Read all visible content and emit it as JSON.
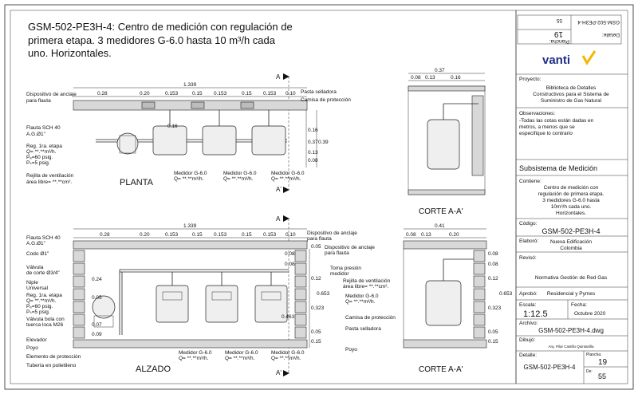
{
  "title": {
    "line1": "GSM-502-PE3H-4: Centro de medición con regulación de",
    "line2": "primera etapa.  3 medidores G-6.0 hasta 10 m³/h cada",
    "line3": "uno. Horizontales."
  },
  "logo": {
    "text": "vanti",
    "mark_color": "#f2b705",
    "text_color": "#1f2e86"
  },
  "top_strip": {
    "code": "GSM-502-PE3H-4",
    "detalle_label": "Detalle:",
    "plancha_label": "Plancha:",
    "plancha_value": "19",
    "sheet_value": "55"
  },
  "views": {
    "planta": "PLANTA",
    "corte_top": "CORTE A-A'",
    "alzado": "ALZADO",
    "corte_bottom": "CORTE A-A'",
    "section_a": "A",
    "section_a_prime": "A'"
  },
  "planta": {
    "dims_total": "1.339",
    "dims_row": [
      "0.28",
      "0.20",
      "0.153",
      "0.15",
      "0.153",
      "0.15",
      "0.153",
      "0.10"
    ],
    "vertical_dims": [
      "0.16",
      "0.16",
      "0.37",
      "0.39",
      "0.13",
      "0.08"
    ],
    "labels": {
      "dispositivo_1": "Dispositivo de anclaje",
      "dispositivo_2": "para flauta",
      "flauta_1": "Flauta SCH 40",
      "flauta_2": "A.G.Ø1\"",
      "reg_1": "Reg. 1ra. etapa",
      "reg_2": "Q= **.**m³/h.",
      "reg_3": "Pₑ=60 psig.",
      "reg_4": "Pₛ=5 psig.",
      "rejilla_1": "Rejilla de ventilación",
      "rejilla_2": "área libre=  **.**cm².",
      "pasta": "Pasta selladora",
      "camisa": "Camisa de protección"
    },
    "meters": [
      {
        "name": "Medidor G-6.0",
        "q": "Q= **.**m³/h."
      },
      {
        "name": "Medidor G-6.0",
        "q": "Q= **.**m³/h."
      },
      {
        "name": "Medidor G-6.0",
        "q": "Q= **.**m³/h."
      }
    ]
  },
  "corte_top": {
    "dims_total": "0.37",
    "dims_row": [
      "0.08",
      "0.13",
      "0.16"
    ]
  },
  "alzado": {
    "dims_total": "1.339",
    "dims_row": [
      "0.28",
      "0.20",
      "0.153",
      "0.15",
      "0.153",
      "0.15",
      "0.153",
      "0.10"
    ],
    "left_labels": {
      "flauta_1": "Flauta SCH 40",
      "flauta_2": "A.G.Ø1\"",
      "codo": "Codo Ø1\"",
      "valvula_1": "Válvula",
      "valvula_2": "de corte Ø3/4\"",
      "niple_1": "Niple",
      "niple_2": "Universal",
      "reg_1": "Reg. 1ra. etapa",
      "reg_2": "Q= **.**m³/h.",
      "reg_3": "Pₑ=60 psig.",
      "reg_4": "Pₛ=5 psig.",
      "vb_1": "Válvula bola con",
      "vb_2": "tuerca loca M26",
      "elevador": "Elevador",
      "poyo": "Poyo",
      "elemento": "Elemento de protección",
      "tuberia": "Tubería en polietileno"
    },
    "left_dims": [
      "0.24",
      "0.05",
      "0.07",
      "0.09"
    ],
    "right_labels": {
      "dispositivo_1": "Dispositivo de anclaje",
      "dispositivo_2": "para flauta",
      "toma_1": "Toma presión",
      "toma_2": "medidor",
      "rejilla_1": "Rejilla de ventilación",
      "rejilla_2": "área libre=  **.**cm².",
      "medidor_1": "Medidor G-6.0",
      "medidor_2": "Q= **.**m³/h.",
      "camisa": "Camisa de protección",
      "pasta": "Pasta selladora",
      "poyo": "Poyo"
    },
    "right_dims": [
      "0.05",
      "0.08",
      "0.12",
      "0.653",
      "0.323",
      "0.463",
      "0.05",
      "0.15"
    ],
    "meters": [
      {
        "name": "Medidor G-6.0",
        "q": "Q= **.**m³/h."
      },
      {
        "name": "Medidor G-6.0",
        "q": "Q= **.**m³/h."
      },
      {
        "name": "Medidor G-6.0",
        "q": "Q= **.**m³/h."
      }
    ]
  },
  "corte_bottom": {
    "dims_total": "0.41",
    "dims_row": [
      "0.08",
      "0.13",
      "0.20"
    ],
    "right_dims": [
      "0.08",
      "0.08",
      "0.12",
      "0.653",
      "0.323",
      "0.05",
      "0.15"
    ]
  },
  "title_block": {
    "proyecto_label": "Proyecto:",
    "proyecto_value_1": "Biblioteca de Detalles",
    "proyecto_value_2": "Constructivos para el Sistema de",
    "proyecto_value_3": "Suministro de Gas Natural",
    "obs_label": "Observaciones:",
    "obs_value_1": "-Todas las cotas están dadas en",
    "obs_value_2": "metros, a menos que se",
    "obs_value_3": "especifique lo contrario",
    "subsistema": "Subsistema de Medición",
    "contiene_label": "Contiene:",
    "contiene_1": "Centro de medición con",
    "contiene_2": "regulación de primera etapa.",
    "contiene_3": "3 medidores G-6.0 hasta",
    "contiene_4": "10m³/h cada uno.",
    "contiene_5": "Horizontales.",
    "codigo_label": "Código:",
    "codigo_value": "GSM-502-PE3H-4",
    "elaboro_label": "Elaboró:",
    "elaboro_1": "Nueva Edificación",
    "elaboro_2": "Colombia",
    "reviso_label": "Revisó:",
    "reviso_value": "Normativa Gestión de Red Gas",
    "aprobo_label": "Aprobó:",
    "aprobo_value": "Residencial y Pymes",
    "escala_label": "Escala:",
    "escala_value": "1:12.5",
    "fecha_label": "Fecha:",
    "fecha_value": "Octubre 2020",
    "archivo_label": "Archivo:",
    "archivo_value": "GSM-502-PE3H-4.dwg",
    "dibujo_label": "Dibujó:",
    "dibujo_value": "Arq. Pilar Castillo Quintanilla",
    "detalle_label": "Detalle:",
    "detalle_value": "GSM-502-PE3H-4",
    "plancha_label": "Plancha:",
    "plancha_value": "19",
    "de_label": "De:",
    "de_value": "55"
  }
}
